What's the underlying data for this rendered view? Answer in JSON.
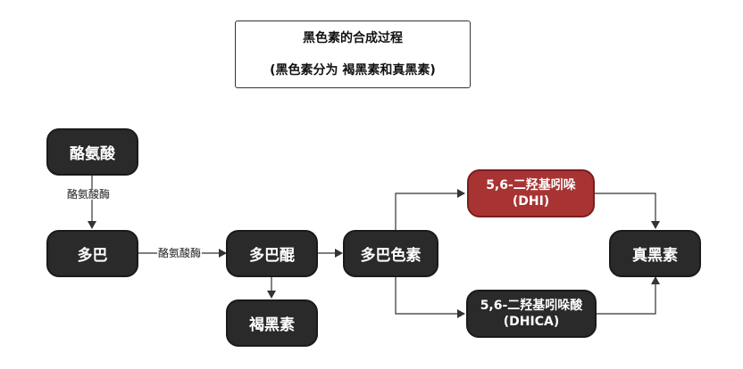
{
  "title": {
    "line1": "黑色素的合成过程",
    "line2": "(黑色素分为 褐黑素和真黑素)"
  },
  "nodes": {
    "tyrosine": "酪氨酸",
    "dopa": "多巴",
    "dopaquinone": "多巴醌",
    "pheomelanin": "褐黑素",
    "dopachrome": "多巴色素",
    "dhi": "5,6-二羟基吲哚(DHI)",
    "dhica": "5,6-二羟基吲哚酸(DHICA)",
    "eumelanin": "真黑素"
  },
  "edge_labels": {
    "tyrosine_to_dopa": "酪氨酸酶",
    "dopa_to_dopaquinone": "酪氨酸酶"
  },
  "colors": {
    "node_fill": "#2a2a2a",
    "highlight_fill": "#a83333",
    "line": "#333333"
  }
}
